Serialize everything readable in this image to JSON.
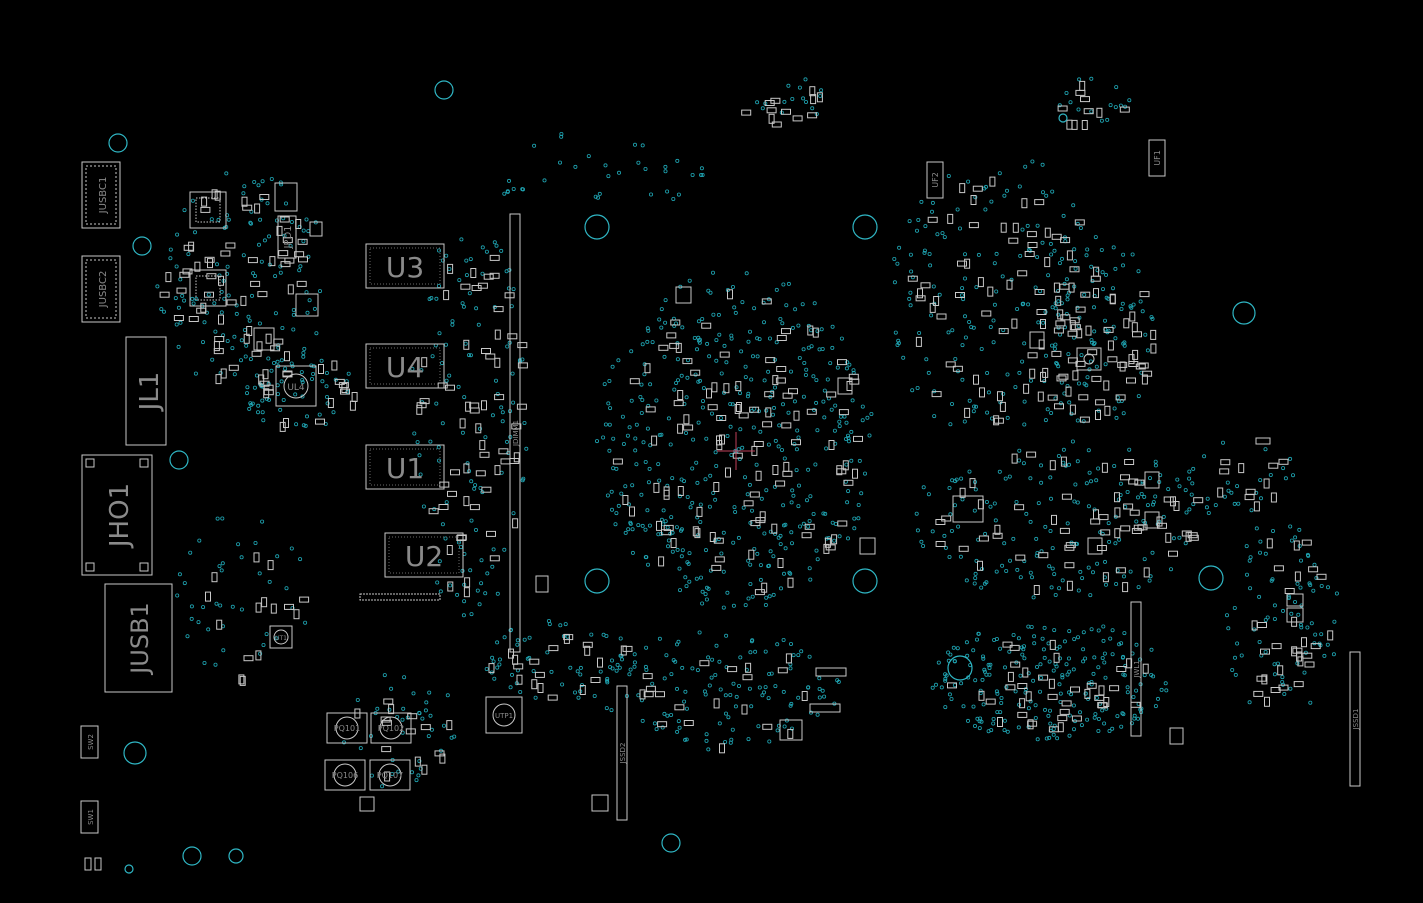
{
  "colors": {
    "background": "#000000",
    "outline": "#c8c8c8",
    "via": "#1fa6b4",
    "hole": "#2fb6c4",
    "label": "#8a8a8a",
    "cursor": "#c0405a"
  },
  "components": {
    "jusbc1": "JUSBC1",
    "jusbc2": "JUSBC2",
    "jpd1": "JPD1",
    "jl1": "JL1",
    "jho1": "JHO1",
    "jusb1": "JUSB1",
    "sw1": "SW1",
    "sw2": "SW2",
    "u1": "U1",
    "u2": "U2",
    "u3": "U3",
    "u4": "U4",
    "ul4": "UL4",
    "ut1": "UT1",
    "utp1": "UTP1",
    "jdimm1": "JDIMM1",
    "jssd1": "JSSD1",
    "jssd2": "JSSD2",
    "jwl1": "JWL1",
    "uf1": "UF1",
    "uf2": "UF2",
    "pq101": "PQ101",
    "pq102": "PQ102",
    "pq106": "PQ106",
    "pq107": "PQ107"
  }
}
